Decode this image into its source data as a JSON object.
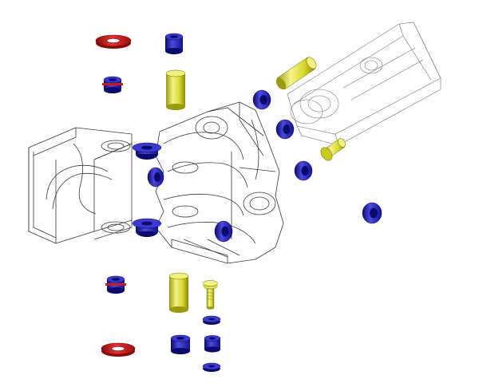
{
  "colors": {
    "background": "#ffffff",
    "wireframe": "#3a3a3a",
    "bushing_blue": "#1f1fa8",
    "bushing_blue_dark": "#0b0b6e",
    "bushing_blue_light": "#4a4ae0",
    "washer_red": "#cc1a1a",
    "washer_red_dark": "#8a0c0c",
    "pin_yellow": "#d8d830",
    "pin_yellow_dark": "#9a9a10",
    "pin_yellow_light": "#f4f48a"
  },
  "parts": {
    "washers": [
      "washer-top-left",
      "washer-bottom-left"
    ],
    "pins": [
      "pin-upper",
      "pin-lower",
      "pin-angled",
      "pin-short-angled"
    ],
    "bolt": "bolt-small"
  }
}
